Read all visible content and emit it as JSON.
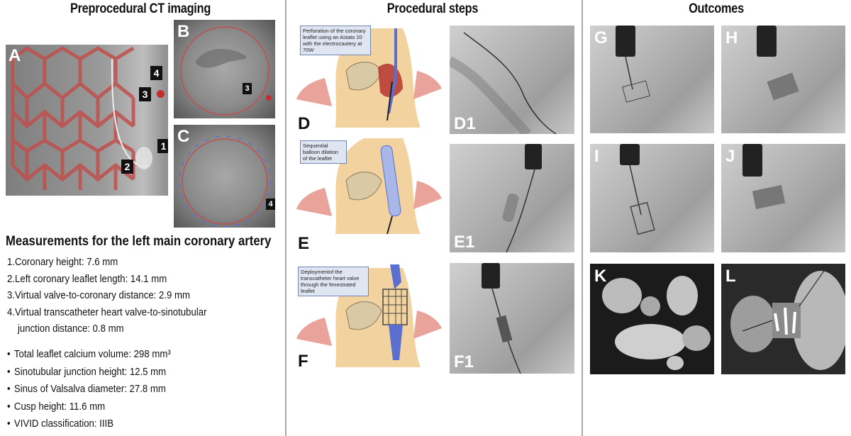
{
  "columns": {
    "ct": "Preprocedural CT imaging",
    "steps": "Procedural steps",
    "outcomes": "Outcomes"
  },
  "panels": {
    "A": "A",
    "B": "B",
    "C": "C",
    "D": "D",
    "D1": "D1",
    "E": "E",
    "E1": "E1",
    "F": "F",
    "F1": "F1",
    "G": "G",
    "H": "H",
    "I": "I",
    "J": "J",
    "K": "K",
    "L": "L"
  },
  "ct_tags": {
    "a1": "1",
    "a2": "2",
    "a3": "3",
    "a4": "4",
    "b3": "3",
    "c4": "4"
  },
  "callouts": {
    "d": "Perforation of the coronary leaflet using an Astato 20 with the electrocautery at 70W",
    "e": "Sequential balloon dilation of the leaflet",
    "f": "Deploymentof the transcatheter heart valve through the fenestrated leaflet"
  },
  "measurements": {
    "title": "Measurements for the left main coronary artery",
    "items": [
      "1.Coronary height: 7.6 mm",
      "2.Left coronary leaflet length: 14.1 mm",
      "3.Virtual valve-to-coronary distance: 2.9 mm",
      "4.Virtual transcatheter heart valve-to-sinotubular",
      "junction distance: 0.8 mm"
    ],
    "bullets": [
      "Total leaflet calcium volume: 298 mm³",
      "Sinotubular junction height: 12.5 mm",
      "Sinus of Valsalva diameter: 27.8 mm",
      "Cusp height: 11.6 mm",
      "VIVID classification: IIIB"
    ]
  },
  "colors": {
    "stent": "#c0504d",
    "callout_bg": "#dfe6f2",
    "tissue": "#f2d3a0",
    "leaflet": "#b5352f",
    "catheter": "#5a6fd0"
  }
}
